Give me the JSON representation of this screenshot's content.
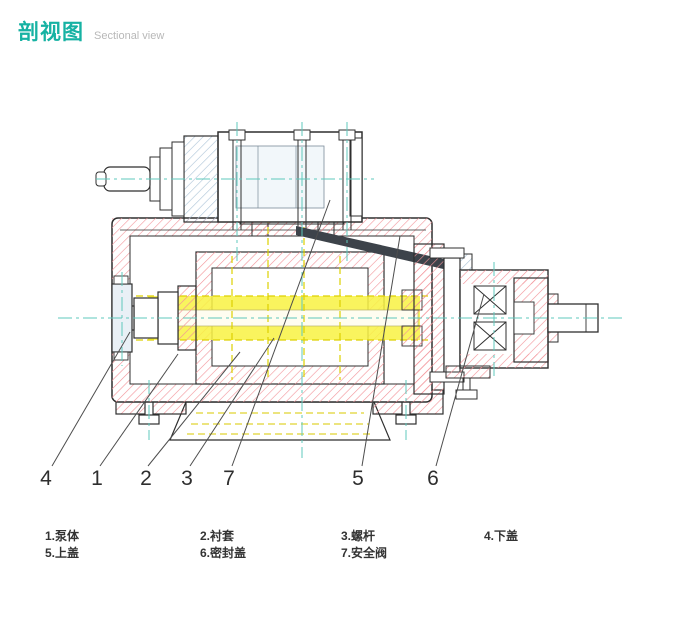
{
  "header": {
    "title": "剖视图",
    "subtitle": "Sectional view"
  },
  "callouts": [
    "4",
    "1",
    "2",
    "3",
    "7",
    "5",
    "6"
  ],
  "legend": {
    "items": [
      "1.泵体",
      "2.衬套",
      "3.螺杆",
      "4.下盖",
      "5.上盖",
      "6.密封盖",
      "7.安全阀"
    ]
  },
  "colors": {
    "accent_teal": "#16b2a3",
    "hatch_red": "#f29298",
    "hatch_blue": "#a9c2d6",
    "screw_yellow": "#f8f242",
    "yellow_dash": "#ddd000",
    "centerline_teal": "#5fc8bc",
    "outline": "#2f2f2f"
  }
}
